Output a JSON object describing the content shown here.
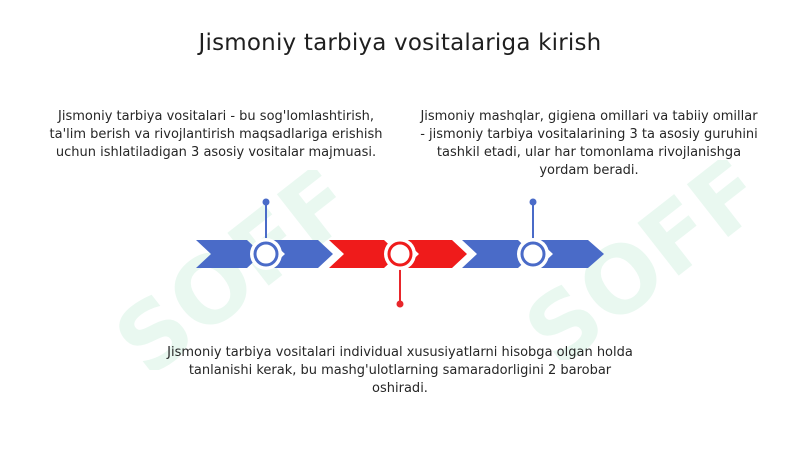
{
  "slide": {
    "title": "Jismoniy tarbiya vositalariga kirish",
    "callouts": {
      "left": "Jismoniy tarbiya vositalari - bu sog'lomlashtirish, ta'lim berish va rivojlantirish maqsadlariga erishish uchun ishlatiladigan 3 asosiy vositalar majmuasi.",
      "right": "Jismoniy mashqlar, gigiena omillari va tabiiy omillar - jismoniy tarbiya vositalarining 3 ta asosiy guruhini tashkil etadi, ular har tomonlama rivojlanishga yordam beradi.",
      "bottom": "Jismoniy tarbiya vositalari individual xususiyatlarni hisobga olgan holda tanlanishi kerak, bu mashg'ulotlarning samaradorligini 2 barobar oshiradi."
    },
    "watermark": "SOFF"
  },
  "colors": {
    "blue": "#4a6bc8",
    "red": "#ef1b1b",
    "marker_blue_stroke": "#4a6bc8",
    "marker_red_stroke": "#ef1b1b",
    "connector_blue": "#4a6bc8",
    "connector_red": "#e8262b",
    "watermark": "#d6f2e3"
  }
}
